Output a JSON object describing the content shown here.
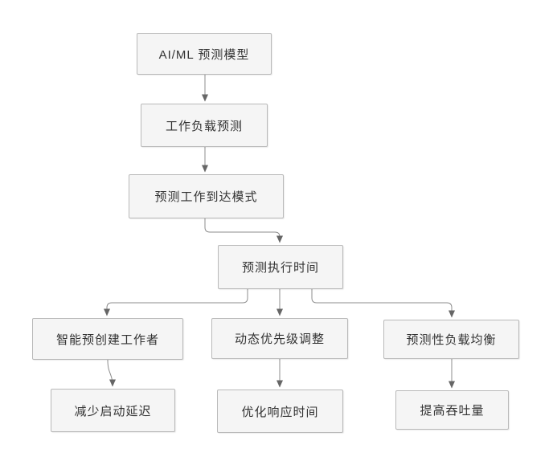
{
  "diagram": {
    "title": "AI/ML predictive scheduling flowchart",
    "colors": {
      "background": "#ffffff",
      "node_fill": "#f5f5f5",
      "node_border": "#b9b9b9",
      "connector": "#8c8c8c",
      "arrowhead": "#666666",
      "text": "#333333"
    },
    "nodes": [
      {
        "id": "ai-ml-prediction-model",
        "label": "AI/ML 预测模型"
      },
      {
        "id": "workload-prediction",
        "label": "工作负载预测"
      },
      {
        "id": "predict-arrival-pattern",
        "label": "预测工作到达模式"
      },
      {
        "id": "predict-execution-time",
        "label": "预测执行时间"
      },
      {
        "id": "smart-precreate-workers",
        "label": "智能预创建工作者"
      },
      {
        "id": "dynamic-priority-adjust",
        "label": "动态优先级调整"
      },
      {
        "id": "predictive-load-balancing",
        "label": "预测性负载均衡"
      },
      {
        "id": "reduce-startup-latency",
        "label": "减少启动延迟"
      },
      {
        "id": "optimize-response-time",
        "label": "优化响应时间"
      },
      {
        "id": "improve-throughput",
        "label": "提高吞吐量"
      }
    ],
    "edges": [
      {
        "from": "AI/ML 预测模型",
        "to": "工作负载预测"
      },
      {
        "from": "工作负载预测",
        "to": "预测工作到达模式"
      },
      {
        "from": "预测工作到达模式",
        "to": "预测执行时间"
      },
      {
        "from": "预测执行时间",
        "to": "智能预创建工作者"
      },
      {
        "from": "预测执行时间",
        "to": "动态优先级调整"
      },
      {
        "from": "预测执行时间",
        "to": "预测性负载均衡"
      },
      {
        "from": "智能预创建工作者",
        "to": "减少启动延迟"
      },
      {
        "from": "动态优先级调整",
        "to": "优化响应时间"
      },
      {
        "from": "预测性负载均衡",
        "to": "提高吞吐量"
      }
    ]
  }
}
